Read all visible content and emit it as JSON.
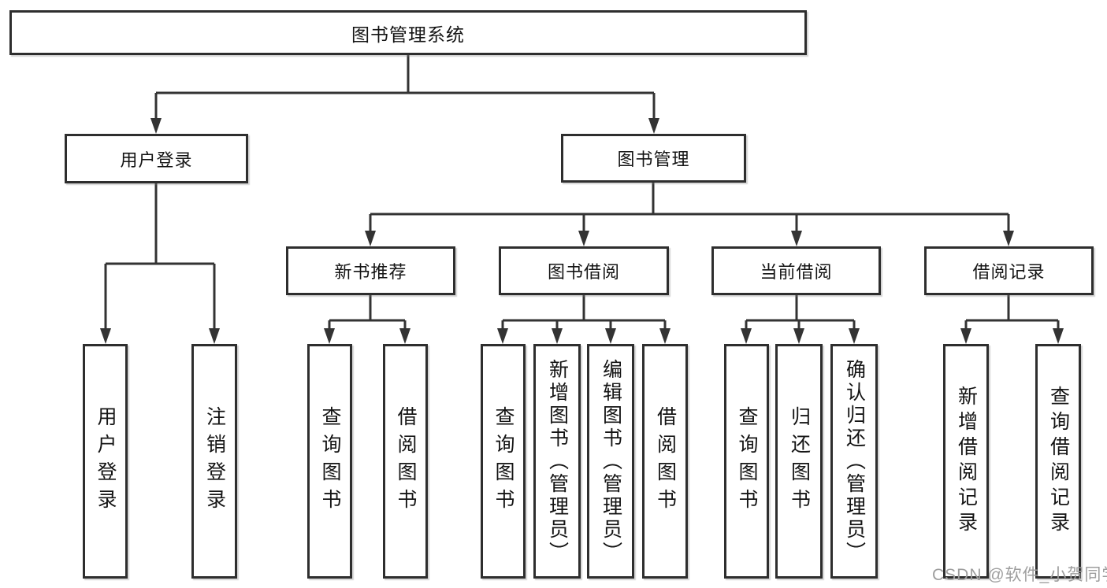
{
  "diagram": {
    "root": {
      "label": "图书管理系统"
    },
    "level2": [
      {
        "label": "用户登录"
      },
      {
        "label": "图书管理"
      }
    ],
    "level3": [
      {
        "label": "新书推荐",
        "parent": "图书管理"
      },
      {
        "label": "图书借阅",
        "parent": "图书管理"
      },
      {
        "label": "当前借阅",
        "parent": "图书管理"
      },
      {
        "label": "借阅记录",
        "parent": "图书管理"
      }
    ],
    "leaves": [
      {
        "label": "用户登录",
        "parent": "用户登录"
      },
      {
        "label": "注销登录",
        "parent": "用户登录"
      },
      {
        "label": "查询图书",
        "parent": "新书推荐"
      },
      {
        "label": "借阅图书",
        "parent": "新书推荐"
      },
      {
        "label": "查询图书",
        "parent": "图书借阅"
      },
      {
        "label": "新增图书（管理员）",
        "parent": "图书借阅"
      },
      {
        "label": "编辑图书（管理员）",
        "parent": "图书借阅"
      },
      {
        "label": "借阅图书",
        "parent": "图书借阅"
      },
      {
        "label": "查询图书",
        "parent": "当前借阅"
      },
      {
        "label": "归还图书",
        "parent": "当前借阅"
      },
      {
        "label": "确认归还（管理员）",
        "parent": "当前借阅"
      },
      {
        "label": "新增借阅记录",
        "parent": "借阅记录"
      },
      {
        "label": "查询借阅记录",
        "parent": "借阅记录"
      }
    ],
    "watermark": "CSDN @软件_小贺同学",
    "colors": {
      "line": "#333333",
      "box_border": "#2e2e2e",
      "box_fill": "#ffffff",
      "text": "#141414",
      "watermark": "#9e9e9e",
      "background": "#ffffff"
    }
  }
}
